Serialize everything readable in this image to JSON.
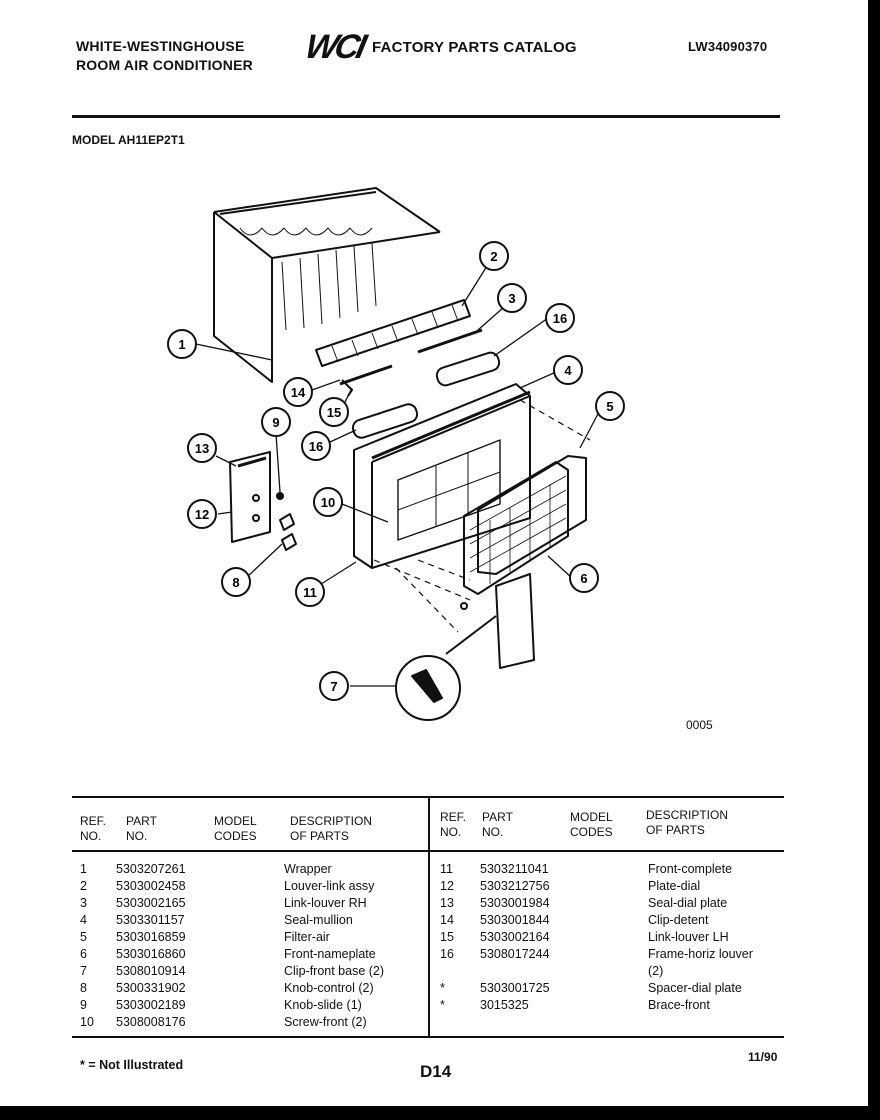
{
  "header": {
    "brand_line1": "WHITE-WESTINGHOUSE",
    "brand_line2": "ROOM AIR CONDITIONER",
    "logo_text": "WCI",
    "catalog_title": "FACTORY PARTS CATALOG",
    "catalog_number": "LW34090370",
    "model_label": "MODEL AH11EP2T1"
  },
  "diagram": {
    "figure_code": "0005",
    "callouts": [
      "1",
      "2",
      "3",
      "4",
      "5",
      "6",
      "7",
      "8",
      "9",
      "10",
      "11",
      "12",
      "13",
      "14",
      "15",
      "16",
      "16"
    ]
  },
  "table": {
    "headers": {
      "ref": "REF.\nNO.",
      "part": "PART\nNO.",
      "model": "MODEL\nCODES",
      "desc": "DESCRIPTION\nOF PARTS"
    },
    "left_rows": [
      {
        "ref": "1",
        "part": "5303207261",
        "model": "",
        "desc": "Wrapper"
      },
      {
        "ref": "2",
        "part": "5303002458",
        "model": "",
        "desc": "Louver-link assy"
      },
      {
        "ref": "3",
        "part": "5303002165",
        "model": "",
        "desc": "Link-louver RH"
      },
      {
        "ref": "4",
        "part": "5303301157",
        "model": "",
        "desc": "Seal-mullion"
      },
      {
        "ref": "5",
        "part": "5303016859",
        "model": "",
        "desc": "Filter-air"
      },
      {
        "ref": "6",
        "part": "5303016860",
        "model": "",
        "desc": "Front-nameplate"
      },
      {
        "ref": "7",
        "part": "5308010914",
        "model": "",
        "desc": "Clip-front base (2)"
      },
      {
        "ref": "8",
        "part": "5300331902",
        "model": "",
        "desc": "Knob-control (2)"
      },
      {
        "ref": "9",
        "part": "5303002189",
        "model": "",
        "desc": "Knob-slide (1)"
      },
      {
        "ref": "10",
        "part": "5308008176",
        "model": "",
        "desc": "Screw-front (2)"
      }
    ],
    "right_rows": [
      {
        "ref": "11",
        "part": "5303211041",
        "model": "",
        "desc": "Front-complete"
      },
      {
        "ref": "12",
        "part": "5303212756",
        "model": "",
        "desc": "Plate-dial"
      },
      {
        "ref": "13",
        "part": "5303001984",
        "model": "",
        "desc": "Seal-dial plate"
      },
      {
        "ref": "14",
        "part": "5303001844",
        "model": "",
        "desc": "Clip-detent"
      },
      {
        "ref": "15",
        "part": "5303002164",
        "model": "",
        "desc": "Link-louver LH"
      },
      {
        "ref": "16",
        "part": "5308017244",
        "model": "",
        "desc": "Frame-horiz louver"
      },
      {
        "ref": "",
        "part": "",
        "model": "",
        "desc": "(2)"
      },
      {
        "ref": "*",
        "part": "5303001725",
        "model": "",
        "desc": "Spacer-dial plate"
      },
      {
        "ref": "*",
        "part": "3015325",
        "model": "",
        "desc": "Brace-front"
      }
    ]
  },
  "footer": {
    "note": "* = Not Illustrated",
    "page_code": "D14",
    "date": "11/90"
  }
}
